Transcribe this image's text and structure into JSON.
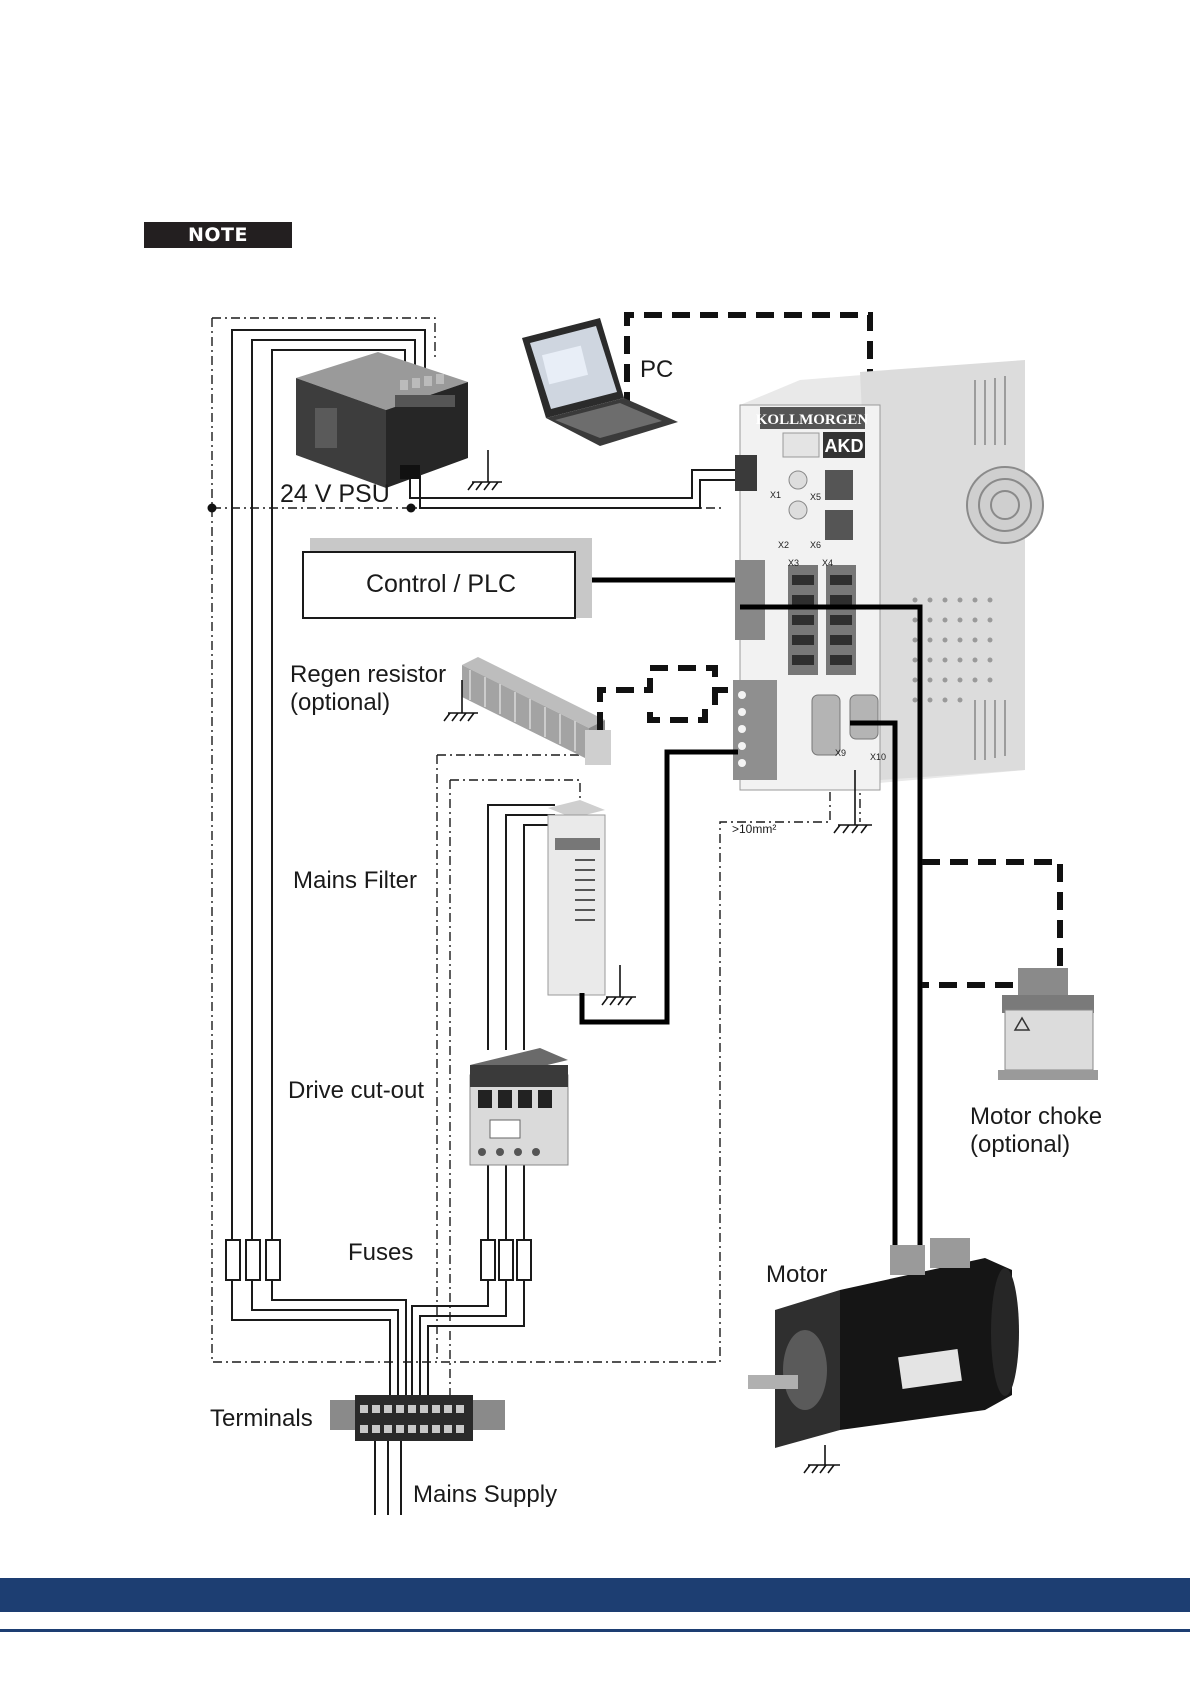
{
  "note": {
    "badge": "NOTE"
  },
  "diagram": {
    "labels": {
      "pc": "PC",
      "psu": "24 V PSU",
      "control": "Control / PLC",
      "regen_line1": "Regen resistor",
      "regen_line2": "(optional)",
      "mains_filter": "Mains Filter",
      "drive_cutout": "Drive cut-out",
      "fuses": "Fuses",
      "terminals": "Terminals",
      "mains_supply": "Mains Supply",
      "motor": "Motor",
      "choke_line1": "Motor choke",
      "choke_line2": "(optional)",
      "ground_spec": ">10mm²"
    },
    "drive": {
      "brand": "KOLLMORGEN",
      "model": "AKD",
      "ports": [
        "X1",
        "X2",
        "X3",
        "X4",
        "X5",
        "X6",
        "X9",
        "X10"
      ]
    }
  },
  "colors": {
    "footer": "#1d3e72",
    "note_bg": "#231f20"
  }
}
